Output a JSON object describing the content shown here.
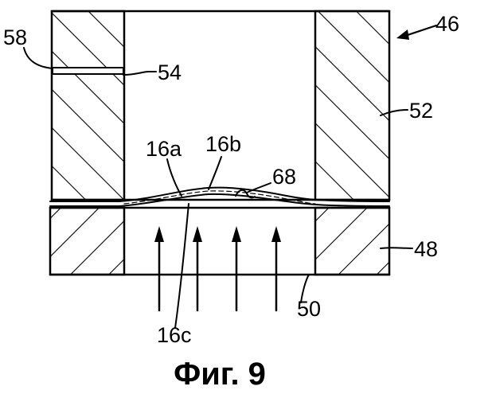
{
  "labels": {
    "l46": "46",
    "l58": "58",
    "l54": "54",
    "l52": "52",
    "l16a": "16a",
    "l16b": "16b",
    "l68": "68",
    "l48": "48",
    "l50": "50",
    "l16c": "16c"
  },
  "caption": "Фиг. 9"
}
